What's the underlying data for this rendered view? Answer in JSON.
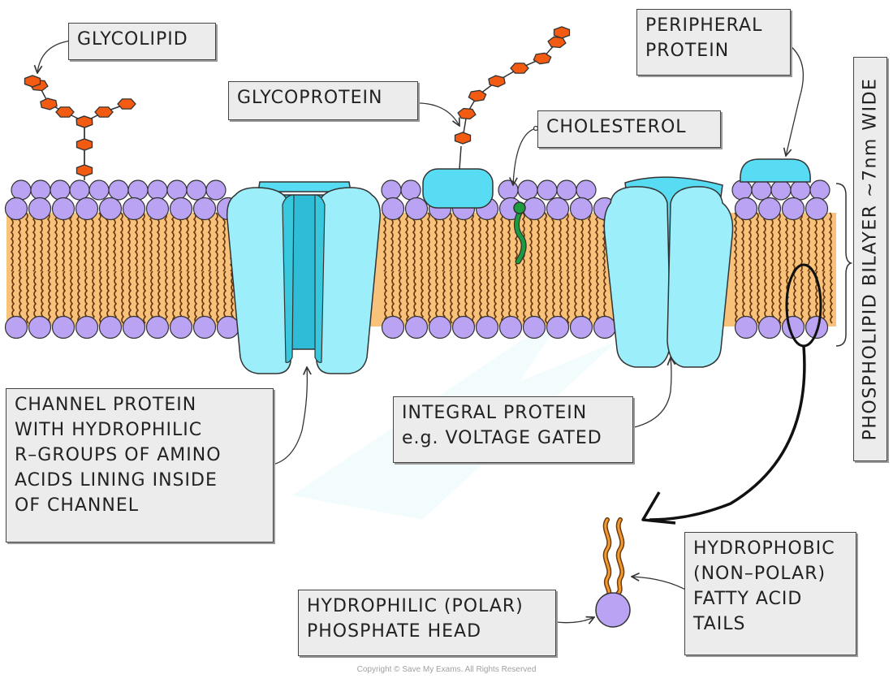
{
  "labels": {
    "glycolipid": "GLYCOLIPID",
    "glycoprotein": "GLYCOPROTEIN",
    "cholesterol": "CHOLESTEROL",
    "peripheral_protein": [
      "PERIPHERAL",
      "PROTEIN"
    ],
    "bilayer_width": "PHOSPHOLIPID BILAYER ~7nm WIDE",
    "channel_protein": [
      "CHANNEL PROTEIN",
      "WITH HYDROPHILIC",
      "R–GROUPS OF AMINO",
      "ACIDS LINING INSIDE",
      "OF CHANNEL"
    ],
    "integral_protein": [
      "INTEGRAL PROTEIN",
      "e.g. VOLTAGE GATED"
    ],
    "hydrophobic_tails": [
      "HYDROPHOBIC",
      "(NON–POLAR)",
      "FATTY ACID",
      "TAILS"
    ],
    "hydrophilic_head": [
      "HYDROPHILIC (POLAR)",
      "PHOSPHATE HEAD"
    ]
  },
  "copyright": "Copyright © Save My Exams. All Rights Reserved",
  "colors": {
    "phosphate_head": "#b9a3f2",
    "tail_region": "#f9c27a",
    "tail_lines": "#6b3a12",
    "protein_light": "#9ceefb",
    "protein_dark": "#37c8de",
    "sugar": "#f35a12",
    "cholesterol": "#1c9c40",
    "label_bg": "#ececec"
  }
}
